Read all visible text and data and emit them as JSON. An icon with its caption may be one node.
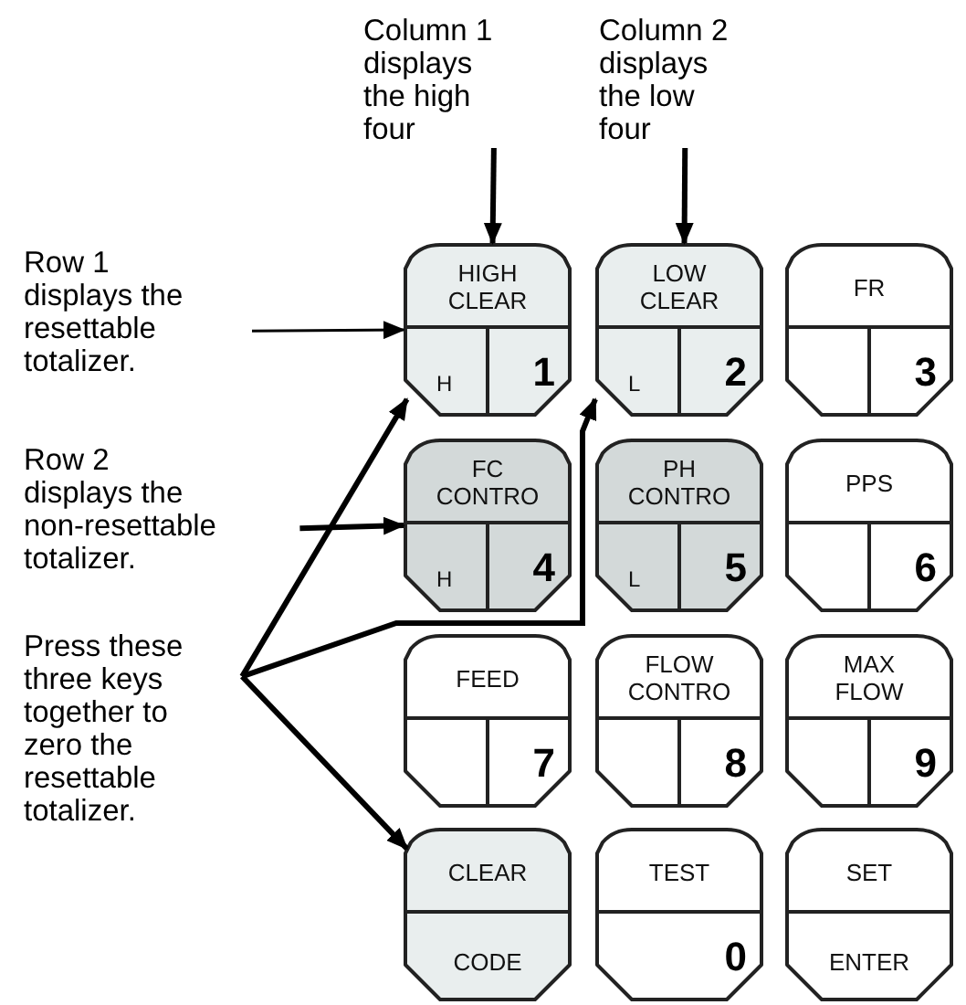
{
  "diagram": {
    "nodes": [
      {
        "text": [
          "Column 1 displays the high four"
        ]
      },
      {
        "text": [
          "Column 2 displays the low four"
        ]
      },
      {
        "text": [
          "Row 1 displays the resettable totalizer."
        ]
      },
      {
        "text": [
          "Row 2 displays the non-resettable totalizer."
        ]
      },
      {
        "text": [
          "Press these three keys together to zero the resettable totalizer."
        ]
      },
      {
        "text": [
          "HIGH CLEAR",
          "H",
          "1"
        ]
      },
      {
        "text": [
          "LOW CLEAR",
          "L",
          "2"
        ]
      },
      {
        "text": [
          "FR",
          "3"
        ]
      },
      {
        "text": [
          "FC CONTRO",
          "H",
          "4"
        ]
      },
      {
        "text": [
          "PH CONTRO",
          "L",
          "5"
        ]
      },
      {
        "text": [
          "PPS",
          "6"
        ]
      },
      {
        "text": [
          "FEED",
          "7"
        ]
      },
      {
        "text": [
          "FLOW CONTRO",
          "8"
        ]
      },
      {
        "text": [
          "MAX FLOW",
          "9"
        ]
      },
      {
        "text": [
          "CLEAR",
          "CODE"
        ]
      },
      {
        "text": [
          "TEST",
          "0"
        ]
      },
      {
        "text": [
          "SET",
          "ENTER"
        ]
      }
    ],
    "edges": [
      {
        "from": 0,
        "to": 5,
        "arrow": "to"
      },
      {
        "from": 1,
        "to": 6,
        "arrow": "to"
      },
      {
        "from": 2,
        "to": 5,
        "arrow": "to"
      },
      {
        "from": 3,
        "to": 8,
        "arrow": "to"
      },
      {
        "from": 4,
        "to": 5,
        "arrow": "to"
      },
      {
        "from": 4,
        "to": 6,
        "arrow": "to"
      },
      {
        "from": 4,
        "to": 14,
        "arrow": "to"
      }
    ]
  }
}
